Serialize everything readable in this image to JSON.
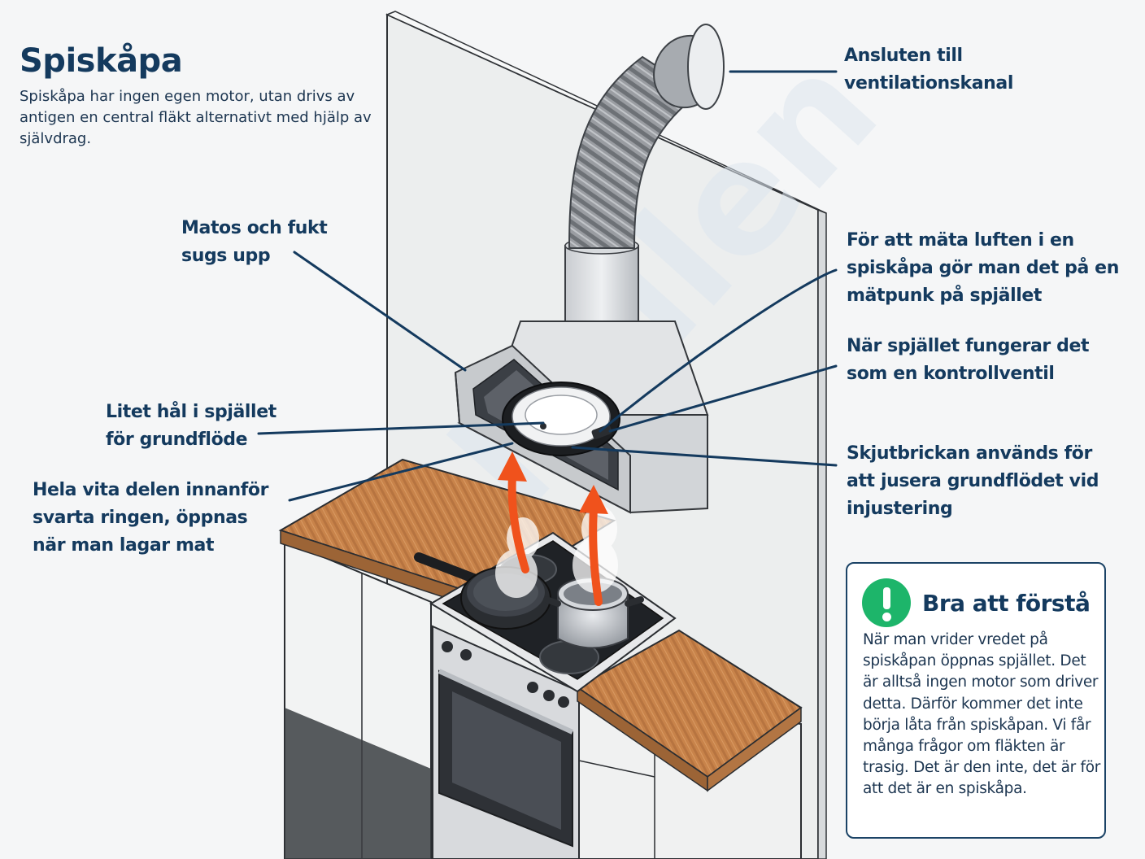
{
  "header": {
    "title": "Spiskåpa",
    "intro": "Spiskåpa har ingen egen motor, utan drivs av antigen en central fläkt alternativt med hjälp av självdrag."
  },
  "callouts": {
    "duct": [
      "Ansluten till",
      "ventilationskanal"
    ],
    "grease": [
      "Matos och fukt",
      "sugs upp"
    ],
    "measure": [
      "För att mäta luften i en",
      "spiskåpa gör man det på en",
      "mätpunk på spjället"
    ],
    "valve": [
      "När spjället fungerar det",
      "som en kontrollventil"
    ],
    "hole": [
      "Litet hål i spjället",
      "för grundflöde"
    ],
    "slider": [
      "Skjutbrickan används för",
      "att jusera grundflödet vid",
      "injustering"
    ],
    "white_part": [
      "Hela vita delen innanför",
      "svarta ringen, öppnas",
      "när man lagar mat"
    ]
  },
  "note": {
    "icon": "exclamation-icon",
    "title": "Bra att förstå",
    "text": "När man vrider vredet på spiskåpan öppnas spjället. Det är alltså ingen motor som driver detta. Därför kommer det inte börja låta från spiskåpan. Vi får många frågor om fläkten är trasig. Det är den inte, det är för att det är en spiskåpa."
  },
  "colors": {
    "heading": "#143a5e",
    "accent_green": "#1db56a",
    "airflow_arrow": "#f0521c",
    "countertop": "#c8834a"
  },
  "watermark": "Kollen"
}
